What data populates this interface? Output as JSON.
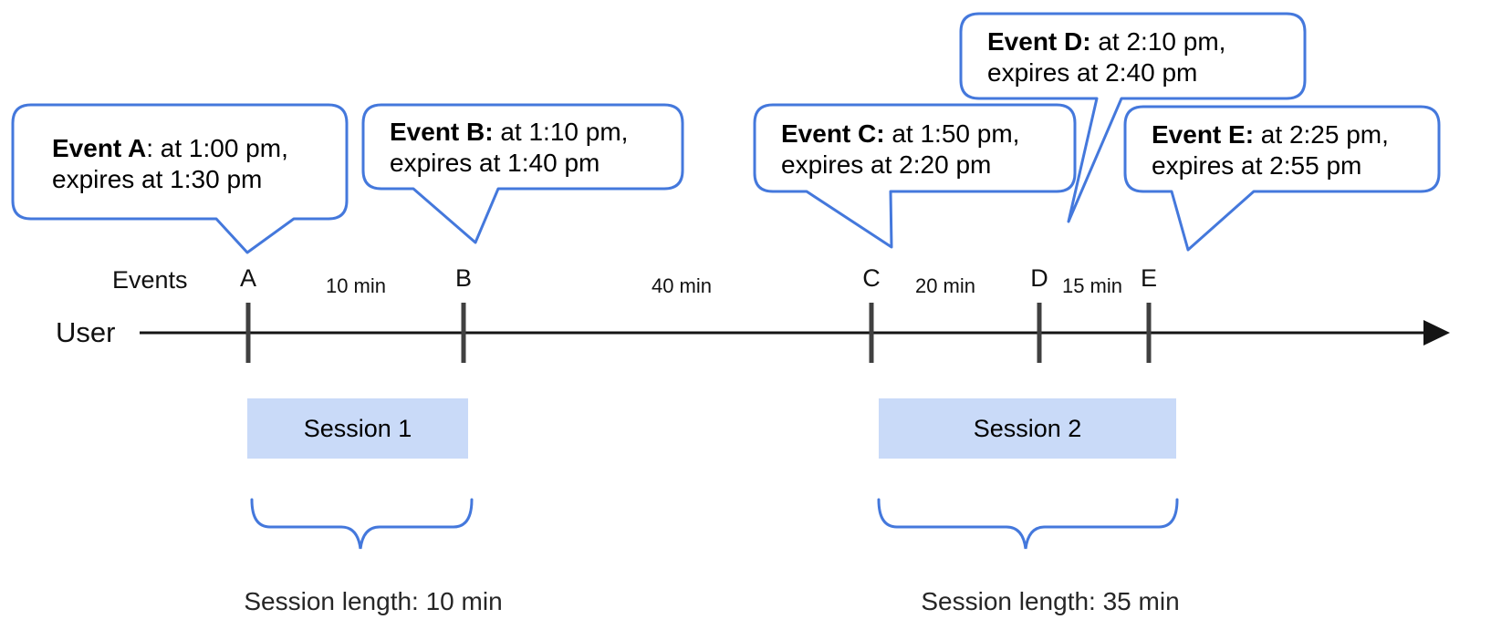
{
  "diagram": {
    "events_axis_label": "Events",
    "user_label": "User",
    "events": [
      {
        "letter": "A",
        "bold": "Event A",
        "line1_rest": ": at 1:00 pm,",
        "line2": "expires at 1:30 pm"
      },
      {
        "letter": "B",
        "bold": "Event B:",
        "line1_rest": " at 1:10 pm,",
        "line2": "expires at 1:40 pm"
      },
      {
        "letter": "C",
        "bold": "Event C:",
        "line1_rest": " at 1:50 pm,",
        "line2": "expires at 2:20 pm"
      },
      {
        "letter": "D",
        "bold": "Event D:",
        "line1_rest": " at 2:10 pm,",
        "line2": "expires at 2:40 pm"
      },
      {
        "letter": "E",
        "bold": "Event E:",
        "line1_rest": " at 2:25 pm,",
        "line2": "expires at 2:55 pm"
      }
    ],
    "intervals": [
      {
        "label": "10 min"
      },
      {
        "label": "40 min"
      },
      {
        "label": "20 min"
      },
      {
        "label": "15 min"
      }
    ],
    "sessions": [
      {
        "label": "Session 1",
        "length_label": "Session length: 10 min"
      },
      {
        "label": "Session 2",
        "length_label": "Session length: 35 min"
      }
    ]
  },
  "colors": {
    "accent_blue": "#4478dc",
    "session_fill": "#c9daf8",
    "tick_gray": "#404040",
    "line_black": "#141414",
    "text_black": "#111111",
    "caption_gray": "#262626"
  }
}
